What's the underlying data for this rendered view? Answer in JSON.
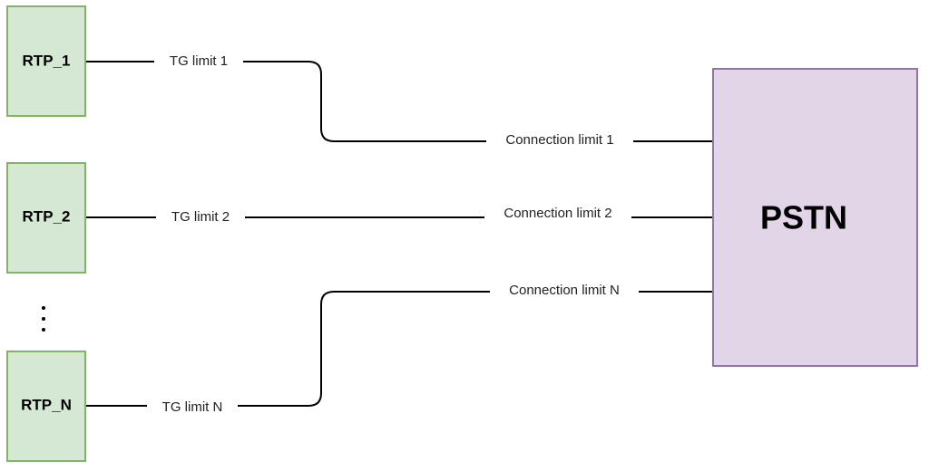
{
  "nodes": {
    "rtp_1": "RTP_1",
    "rtp_2": "RTP_2",
    "rtp_n": "RTP_N",
    "pstn": "PSTN"
  },
  "edges": {
    "tg_limit_1": "TG limit 1",
    "tg_limit_2": "TG limit 2",
    "tg_limit_n": "TG limit N",
    "connection_limit_1": "Connection limit 1",
    "connection_limit_2": "Connection limit 2",
    "connection_limit_n": "Connection limit N"
  },
  "colors": {
    "rtp_fill": "#d5e8d4",
    "rtp_stroke": "#82b366",
    "pstn_fill": "#e1d5e7",
    "pstn_stroke": "#9673a6",
    "line": "#000000"
  }
}
